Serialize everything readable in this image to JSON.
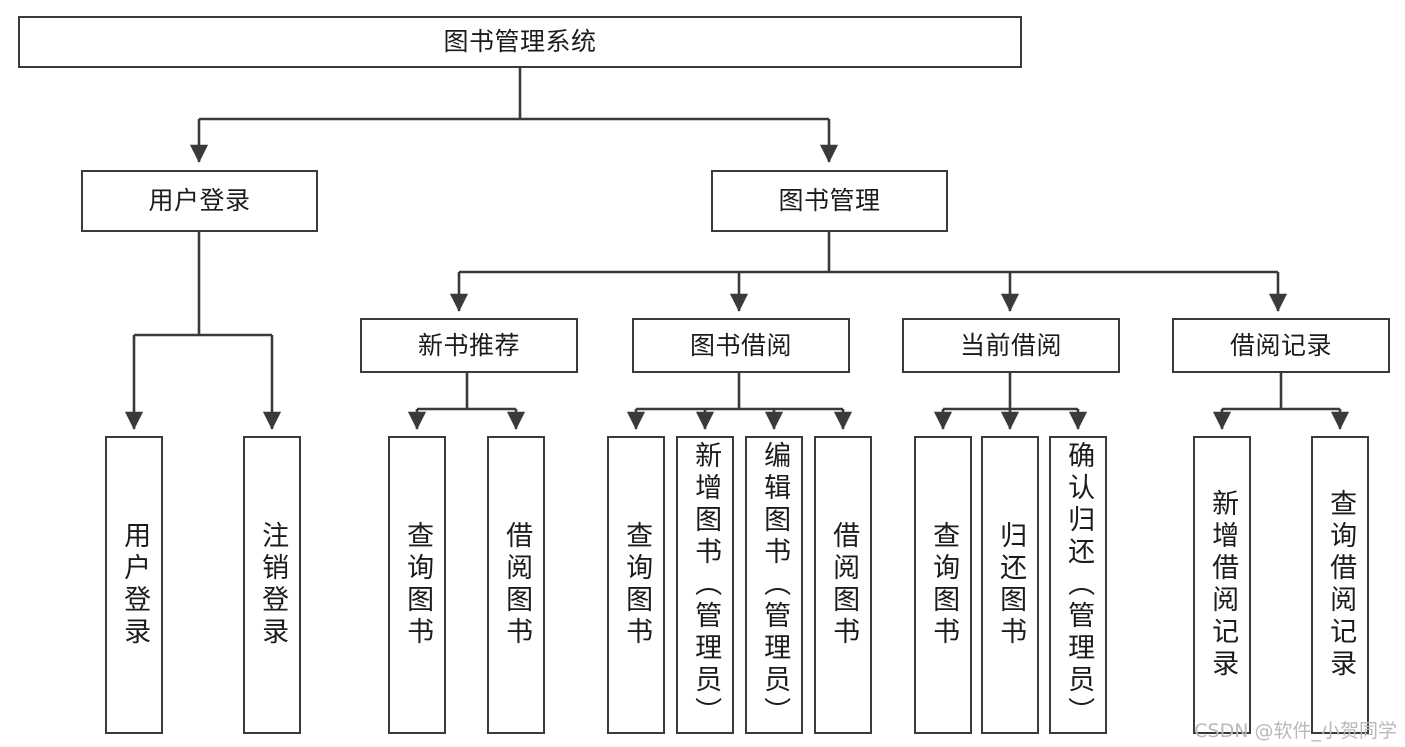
{
  "diagram": {
    "type": "tree-hierarchy",
    "title": "图书管理系统",
    "watermark": "CSDN @软件_小贺同学",
    "colors": {
      "stroke": "#3a3a3a",
      "fill": "#ffffff",
      "text": "#1c1c1c",
      "watermark": "#b9b9b9"
    },
    "root": {
      "id": "root",
      "label": "图书管理系统",
      "orientation": "horizontal"
    },
    "level2": [
      {
        "id": "user-login",
        "label": "用户登录",
        "orientation": "horizontal"
      },
      {
        "id": "book-manage",
        "label": "图书管理",
        "orientation": "horizontal"
      }
    ],
    "level3": [
      {
        "id": "new-book-recommend",
        "label": "新书推荐",
        "orientation": "horizontal",
        "parent": "book-manage"
      },
      {
        "id": "book-borrow",
        "label": "图书借阅",
        "orientation": "horizontal",
        "parent": "book-manage"
      },
      {
        "id": "current-borrow",
        "label": "当前借阅",
        "orientation": "horizontal",
        "parent": "book-manage"
      },
      {
        "id": "borrow-record",
        "label": "借阅记录",
        "orientation": "horizontal",
        "parent": "book-manage"
      }
    ],
    "leaves": [
      {
        "id": "leaf-user-login",
        "label": "用户登录",
        "orientation": "vertical",
        "parent": "user-login"
      },
      {
        "id": "leaf-user-logout",
        "label": "注销登录",
        "orientation": "vertical",
        "parent": "user-login"
      },
      {
        "id": "leaf-query-book-1",
        "label": "查询图书",
        "orientation": "vertical",
        "parent": "new-book-recommend"
      },
      {
        "id": "leaf-borrow-book-1",
        "label": "借阅图书",
        "orientation": "vertical",
        "parent": "new-book-recommend"
      },
      {
        "id": "leaf-query-book-2",
        "label": "查询图书",
        "orientation": "vertical",
        "parent": "book-borrow"
      },
      {
        "id": "leaf-add-book",
        "label": "新增图书（管理员）",
        "orientation": "vertical",
        "parent": "book-borrow"
      },
      {
        "id": "leaf-edit-book",
        "label": "编辑图书（管理员）",
        "orientation": "vertical",
        "parent": "book-borrow"
      },
      {
        "id": "leaf-borrow-book-2",
        "label": "借阅图书",
        "orientation": "vertical",
        "parent": "book-borrow"
      },
      {
        "id": "leaf-query-book-3",
        "label": "查询图书",
        "orientation": "vertical",
        "parent": "current-borrow"
      },
      {
        "id": "leaf-return-book",
        "label": "归还图书",
        "orientation": "vertical",
        "parent": "current-borrow"
      },
      {
        "id": "leaf-confirm-return",
        "label": "确认归还（管理员）",
        "orientation": "vertical",
        "parent": "current-borrow"
      },
      {
        "id": "leaf-add-record",
        "label": "新增借阅记录",
        "orientation": "vertical",
        "parent": "borrow-record"
      },
      {
        "id": "leaf-query-record",
        "label": "查询借阅记录",
        "orientation": "vertical",
        "parent": "borrow-record"
      }
    ]
  }
}
